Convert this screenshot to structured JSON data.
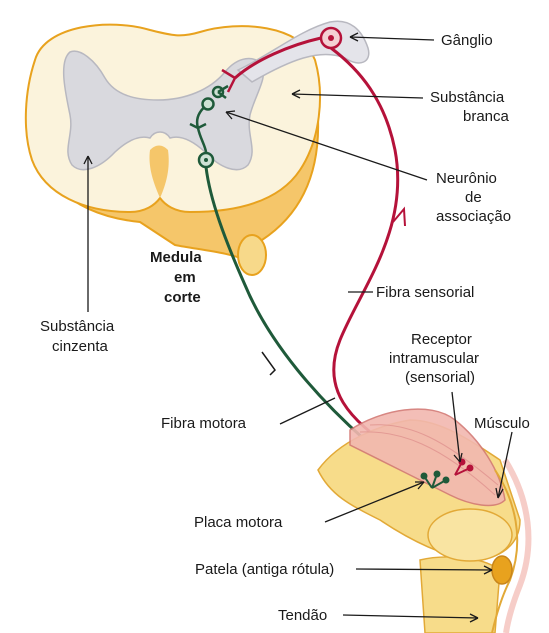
{
  "labels": {
    "ganglio": "Gânglio",
    "substancia_branca_1": "Substância",
    "substancia_branca_2": "branca",
    "neuronio_1": "Neurônio",
    "neuronio_2": "de",
    "neuronio_3": "associação",
    "medula_1": "Medula",
    "medula_2": "em",
    "medula_3": "corte",
    "fibra_sensorial": "Fibra sensorial",
    "substancia_cinzenta_1": "Substância",
    "substancia_cinzenta_2": "cinzenta",
    "receptor_1": "Receptor",
    "receptor_2": "intramuscular",
    "receptor_3": "(sensorial)",
    "fibra_motora": "Fibra motora",
    "musculo": "Músculo",
    "placa_motora": "Placa motora",
    "patela": "Patela (antiga rótula)",
    "tendao": "Tendão"
  },
  "colors": {
    "white_matter": "#fbf3dc",
    "white_matter_edge": "#e8a21e",
    "grey_matter": "#d9d9de",
    "sensory_fiber": "#b5123a",
    "motor_fiber": "#1f5a3a",
    "muscle": "#f2b8b0",
    "bone": "#f7dc8a"
  }
}
